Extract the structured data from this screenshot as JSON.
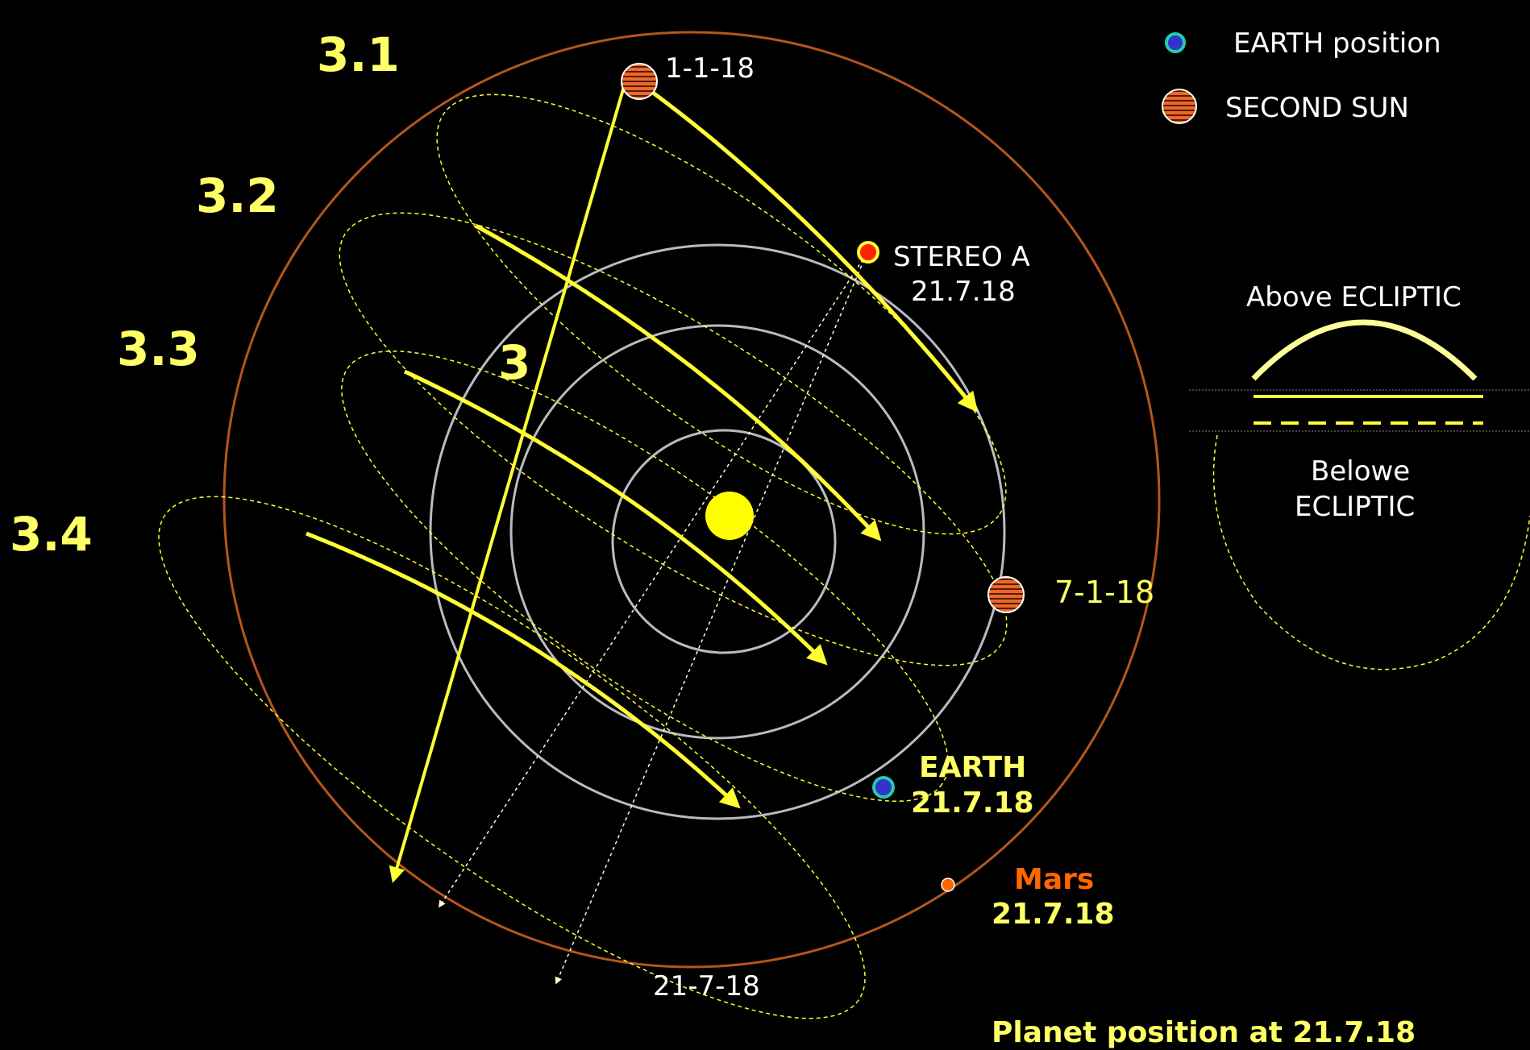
{
  "colors": {
    "background": "#000000",
    "yellow": "#ffff33",
    "label_yellow": "#ffff66",
    "mars_orange": "#ff6600",
    "outer_orbit": "#b5561c",
    "inner_orbit": "#d8dde4"
  },
  "icons": {
    "earth": "earth-position-icon",
    "second_sun": "second-sun-icon"
  },
  "legend": {
    "earth_label": "EARTH position",
    "second_sun_label": "SECOND SUN"
  },
  "ecliptic_key": {
    "above": "Above ECLIPTIC",
    "below_line1": "Belowe",
    "below_line2": "ECLIPTIC"
  },
  "trajectories": {
    "t31": "3.1",
    "t32": "3.2",
    "t33": "3.3",
    "t34": "3.4",
    "t3": "3"
  },
  "dates": {
    "start": "1-1-18",
    "mid": "7-1-18",
    "end": "21-7-18"
  },
  "stereo": {
    "name": "STEREO A",
    "date": "21.7.18"
  },
  "earth": {
    "name": "EARTH",
    "date": "21.7.18"
  },
  "mars": {
    "name": "Mars",
    "date": "21.7.18"
  },
  "footer": "Planet position at 21.7.18"
}
